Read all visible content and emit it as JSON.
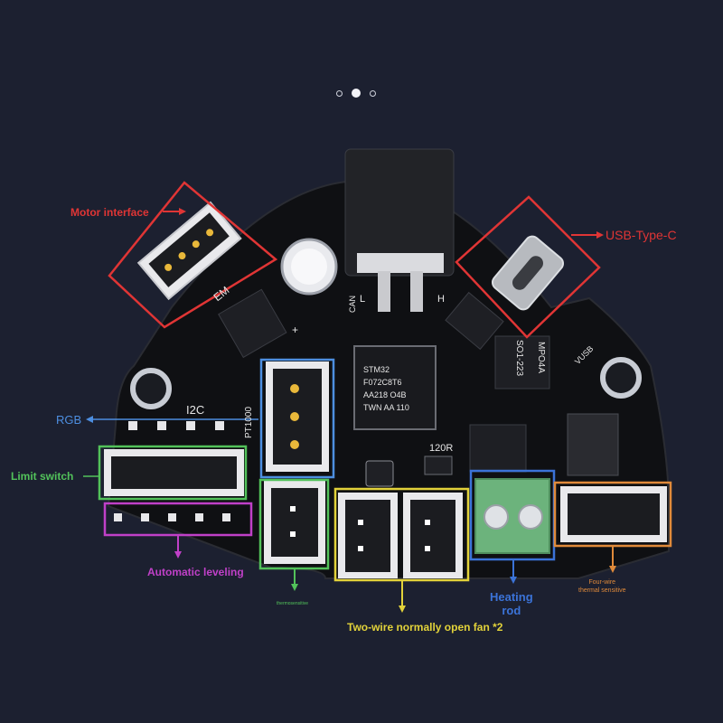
{
  "carousel": {
    "dot_count": 3,
    "active_index": 1
  },
  "labels": {
    "motor_interface": "Motor interface",
    "usb_type_c": "USB-Type-C",
    "rgb": "RGB",
    "limit_switch": "Limit switch",
    "automatic_leveling": "Automatic leveling",
    "thermosensitive": "thermosensitive",
    "two_wire_fan": "Two-wire normally open fan *2",
    "heating_rod_line1": "Heating",
    "heating_rod_line2": "rod",
    "four_wire_line1": "Four-wire",
    "four_wire_line2": "thermal sensitive"
  },
  "silkscreen": {
    "i2c": "I2C",
    "pt1000": "PT1000",
    "r120": "120R",
    "can": "CAN",
    "vusb": "VUSB",
    "em": "EM",
    "l": "L",
    "h": "H",
    "plus": "+",
    "chip_line1": "STM32",
    "chip_line2": "F072C8T6",
    "chip_line3": "AA218 O4B",
    "chip_line4": "TWN AA 110",
    "regulator_line1": "SO1-223",
    "regulator_line2": "MPO4A"
  },
  "colors": {
    "motor_interface": "#e03535",
    "usb_type_c": "#e03535",
    "rgb": "#4d8ee0",
    "limit_switch": "#52c25a",
    "automatic_leveling": "#c040c8",
    "thermosensitive": "#52c25a",
    "two_wire_fan": "#e2d23a",
    "heating_rod": "#3b73d8",
    "four_wire": "#e08a3a"
  }
}
